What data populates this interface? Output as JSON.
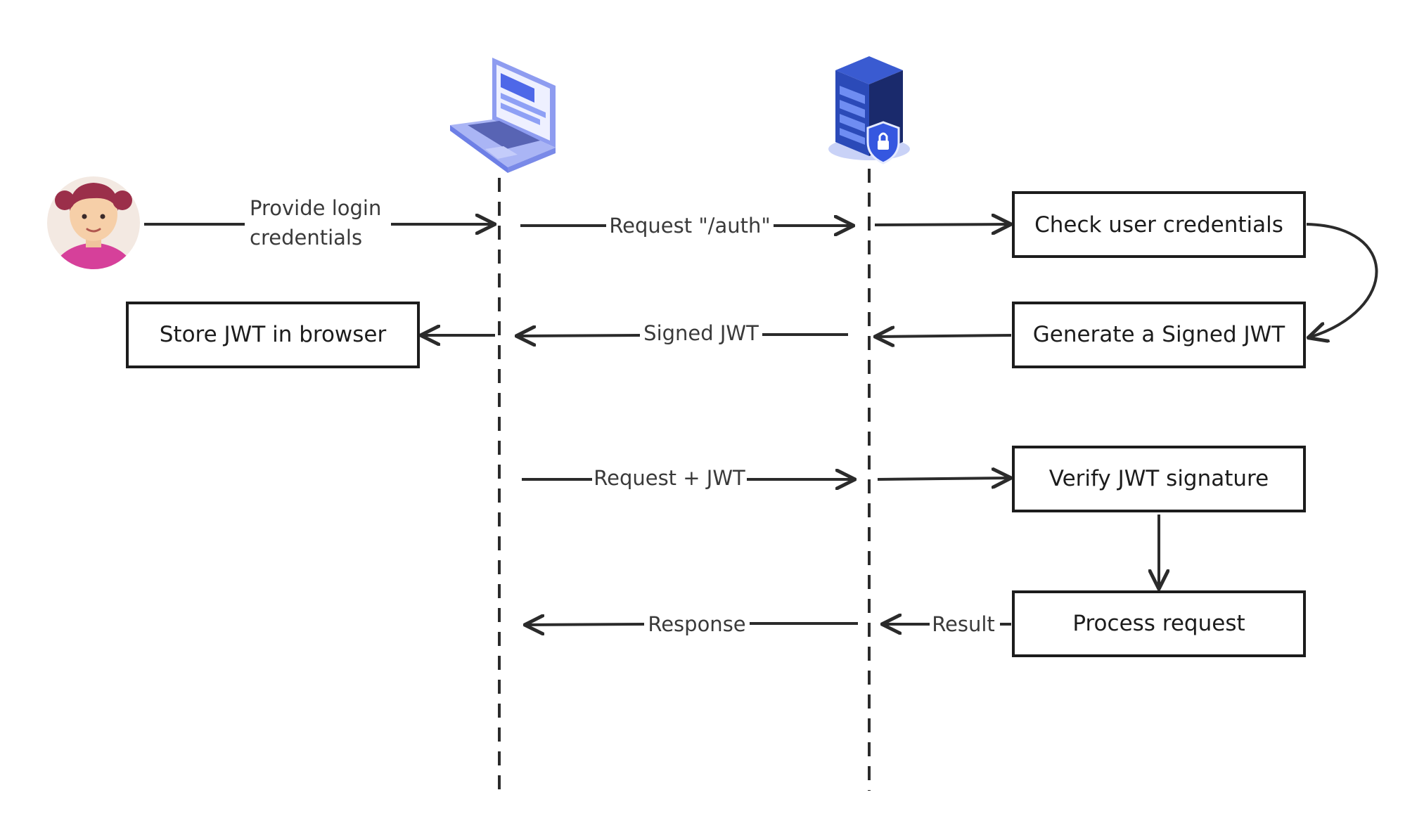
{
  "messages": {
    "provide_login_line1": "Provide login",
    "provide_login_line2": "credentials",
    "request_auth": "Request \"/auth\"",
    "signed_jwt": "Signed JWT",
    "request_jwt": "Request + JWT",
    "response": "Response",
    "result": "Result"
  },
  "boxes": {
    "check_credentials": "Check user credentials",
    "generate_jwt": "Generate a Signed JWT",
    "store_jwt": "Store JWT in browser",
    "verify_signature": "Verify JWT signature",
    "process_request": "Process request"
  },
  "icons": {
    "user": "user-avatar-icon",
    "client": "laptop-icon",
    "server": "secure-server-icon"
  },
  "colors": {
    "line": "#2b2b2b",
    "laptop": "#8e9cf0",
    "server": "#1e3a8a",
    "avatar_bg": "#f3e9e2",
    "avatar_shirt": "#d6409a"
  }
}
